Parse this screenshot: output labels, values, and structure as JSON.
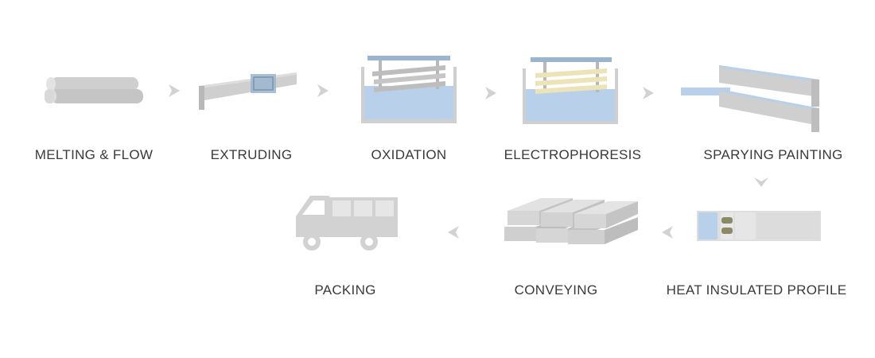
{
  "steps": [
    {
      "id": "melting",
      "label": "MELTING & FLOW"
    },
    {
      "id": "extruding",
      "label": "EXTRUDING"
    },
    {
      "id": "oxidation",
      "label": "OXIDATION"
    },
    {
      "id": "electrophoresis",
      "label": "ELECTROPHORESIS"
    },
    {
      "id": "spraying",
      "label": "SPARYING PAINTING"
    },
    {
      "id": "heat",
      "label": "HEAT INSULATED PROFILE"
    },
    {
      "id": "conveying",
      "label": "CONVEYING"
    },
    {
      "id": "packing",
      "label": "PACKING"
    }
  ],
  "colors": {
    "metal": "#cfcfcf",
    "metal_dark": "#b4b4b4",
    "liquid": "#b8d0ea",
    "frame_blue": "#9bb5cf",
    "yellow": "#ede3b8",
    "arrow": "#d2d2d2",
    "label": "#3a3a3a"
  }
}
